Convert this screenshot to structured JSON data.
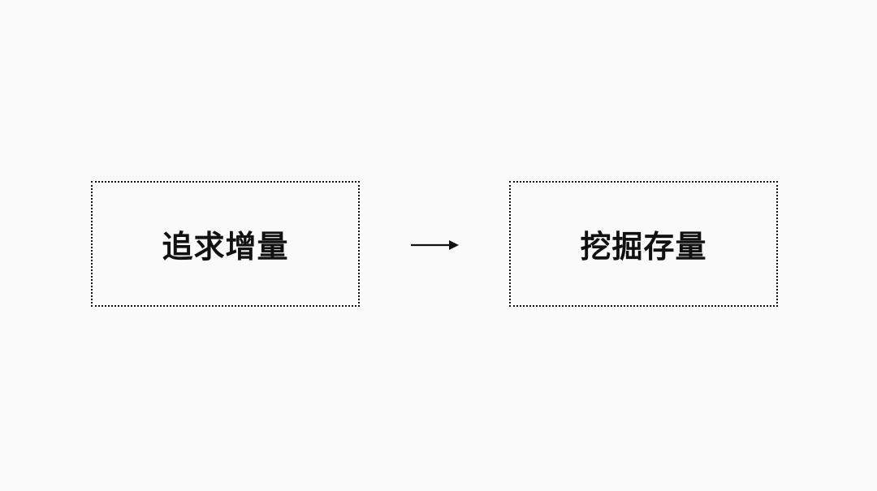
{
  "diagram": {
    "nodes": [
      {
        "id": "left",
        "label": "追求增量"
      },
      {
        "id": "right",
        "label": "挖掘存量"
      }
    ],
    "edges": [
      {
        "from": "left",
        "to": "right",
        "label": ""
      }
    ],
    "colors": {
      "background": "#fafafa",
      "stroke": "#111111",
      "text": "#111111"
    }
  }
}
